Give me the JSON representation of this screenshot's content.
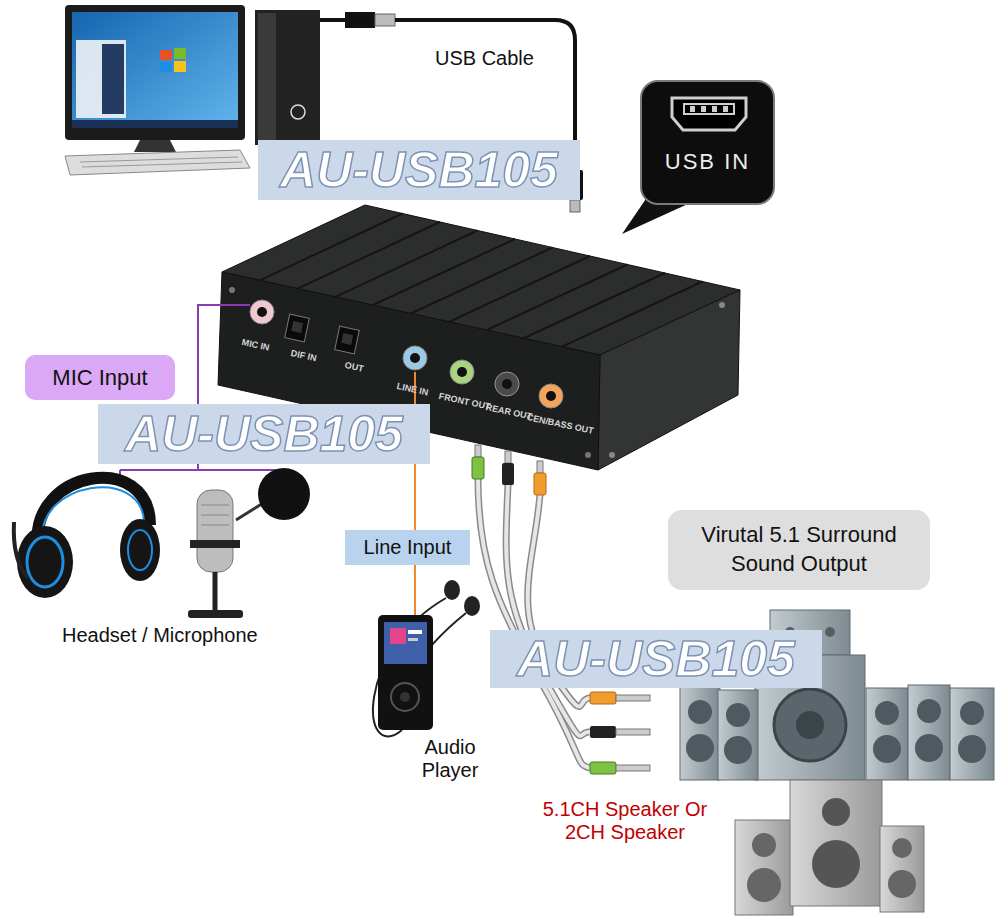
{
  "diagram": {
    "nodes": [
      {
        "text": [
          "USB IN"
        ]
      },
      {
        "text": [
          "MIC Input"
        ]
      },
      {
        "text": [
          "Line Input"
        ]
      },
      {
        "text": [
          "Virutal 5.1 Surround Sound Output"
        ]
      }
    ],
    "labels": [
      "USB Cable",
      "AU-USB105",
      "MIC IN",
      "DIF IN",
      "OUT",
      "LINE IN",
      "FRONT OUT",
      "REAR OUT",
      "CEN/BASS OUT",
      "AU-USB105",
      "Headset / Microphone",
      "Audio Player",
      "AU-USB105",
      "5.1CH Speaker Or 2CH Speaker"
    ]
  }
}
